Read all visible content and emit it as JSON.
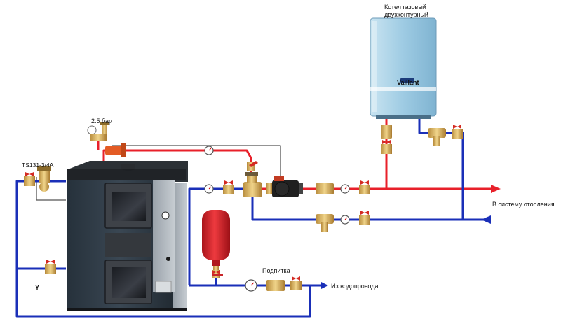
{
  "labels": {
    "boiler_title_line1": "Котел газовый",
    "boiler_title_line2": "двухконтурный",
    "pressure_label": "2.5 бар",
    "thermo_valve_label": "TS131-3/4A",
    "to_heating_label": "В систему отопления",
    "makeup_label": "Подпитка",
    "from_water_label": "Из водопровода",
    "boiler_brand": "Vaillant"
  },
  "colors": {
    "supply_pipe": "#e8202a",
    "return_pipe": "#1a2fb8",
    "control_line": "#555555",
    "brass": "#d8b464",
    "valve_handle": "#d42a22",
    "expansion_tank": "#d9262b",
    "stove_body": "#2e3a45",
    "stove_door": "#3c3f44",
    "gas_boiler": "#9ecbe3"
  }
}
